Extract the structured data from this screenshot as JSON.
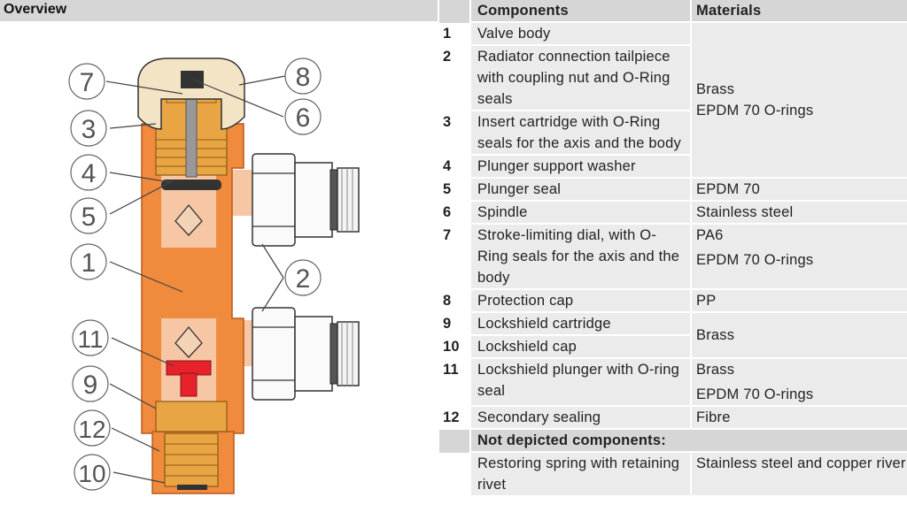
{
  "overview": {
    "title": "Overview"
  },
  "table": {
    "headers": {
      "components": "Components",
      "materials": "Materials"
    },
    "rows": [
      {
        "num": "1",
        "component": "Valve body"
      },
      {
        "num": "2",
        "component": "Radiator connection tailpiece with coupling nut and O-Ring seals"
      },
      {
        "num": "3",
        "component": "Insert cartridge with O-Ring seals for the axis and the body"
      },
      {
        "num": "4",
        "component": "Plunger support washer"
      },
      {
        "num": "5",
        "component": "Plunger seal",
        "material": "EPDM 70"
      },
      {
        "num": "6",
        "component": "Spindle",
        "material": "Stainless steel"
      },
      {
        "num": "7",
        "component": "Stroke-limiting dial, with O-Ring seals for the axis and the body",
        "material": "PA6",
        "material2": "EPDM 70 O-rings"
      },
      {
        "num": "8",
        "component": "Protection cap",
        "material": "PP"
      },
      {
        "num": "9",
        "component": "Lockshield cartridge"
      },
      {
        "num": "10",
        "component": "Lockshield cap"
      },
      {
        "num": "11",
        "component": "Lockshield plunger with O-ring seal",
        "material": "Brass",
        "material2": "EPDM 70 O-rings"
      },
      {
        "num": "12",
        "component": "Secondary sealing",
        "material": "Fibre"
      }
    ],
    "group_1_4": {
      "material": "Brass",
      "material2": "EPDM 70 O-rings"
    },
    "group_9_10": {
      "material": "Brass"
    },
    "not_depicted": {
      "title": "Not depicted components:",
      "component": "Restoring spring with retaining rivet",
      "material": "Stainless steel and copper river"
    }
  },
  "callouts": [
    "7",
    "3",
    "4",
    "5",
    "1",
    "11",
    "9",
    "12",
    "10",
    "8",
    "6",
    "2"
  ],
  "colors": {
    "body": "#f08a3c",
    "body_light": "#f7c7a5",
    "brass": "#e9a544",
    "cap": "#f3e4c6",
    "red": "#e8222b",
    "header_bg": "#d6d6d6",
    "cell_bg": "#ebebeb"
  }
}
